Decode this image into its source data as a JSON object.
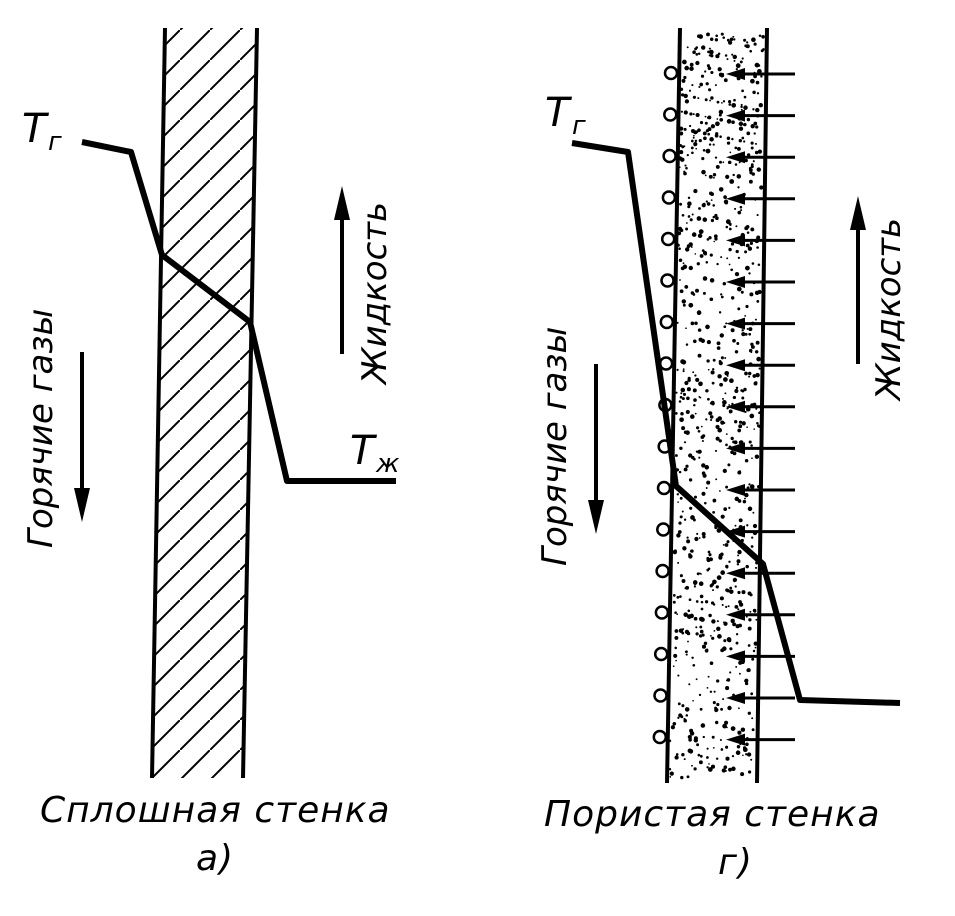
{
  "colors": {
    "ink": "#000000",
    "paper": "#ffffff"
  },
  "panel_a": {
    "gas_temp_symbol": "T",
    "gas_temp_subscript": "г",
    "liquid_temp_symbol": "T",
    "liquid_temp_subscript": "ж",
    "gas_flow_label": "Горячие газы",
    "liquid_flow_label": "Жидкость",
    "wall_caption": "Сплошная стенка",
    "panel_letter": "а)"
  },
  "panel_b": {
    "gas_temp_symbol": "T",
    "gas_temp_subscript": "г",
    "gas_flow_label": "Горячие газы",
    "liquid_flow_label": "Жидкость",
    "wall_caption": "Пористая стенка",
    "panel_letter": "г)"
  }
}
